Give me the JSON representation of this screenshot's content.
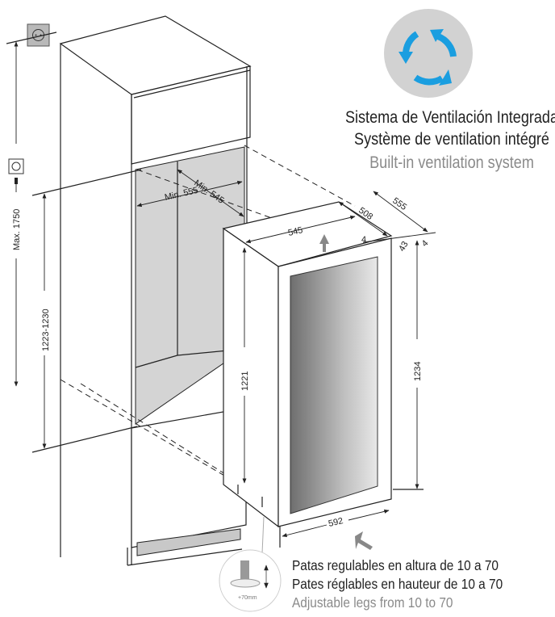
{
  "ventilation": {
    "icon": "circular-arrows-icon",
    "accent_color": "#1a9ee0",
    "title_es": "Sistema de Ventilación Integrada",
    "title_fr": "Système de ventilation intégré",
    "title_en": "Built-in ventilation system"
  },
  "dimensions": {
    "max_height": "Max. 1750",
    "niche_height": "1223-1230",
    "niche_width": "Min. 555",
    "niche_depth": "Min. 545",
    "appliance_width_top": "545",
    "appliance_depth": "508",
    "total_depth": "555",
    "gap_left": "4",
    "gap_right": "4",
    "door_thickness": "43",
    "body_height": "1221",
    "total_height": "1234",
    "total_width": "592"
  },
  "legs": {
    "inset_label": "+70mm",
    "text_es": "Patas regulables en altura de 10 a 70",
    "text_fr": "Pates réglables en hauteur de 10 a 70",
    "text_en": "Adjustable legs from 10 to 70"
  }
}
